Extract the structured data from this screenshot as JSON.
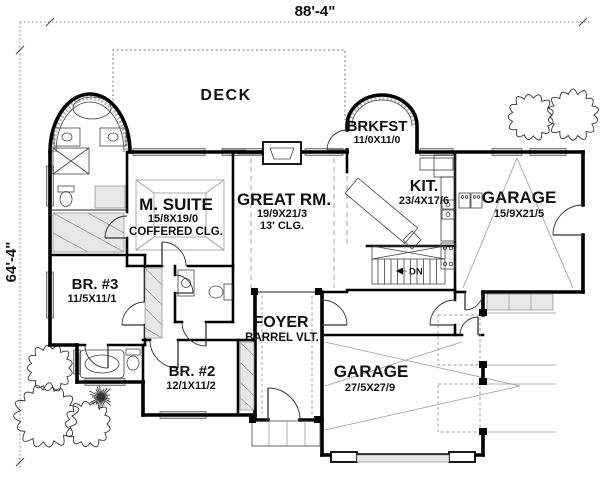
{
  "plan": {
    "dim_top": "88'-4\"",
    "dim_left": "64'-4\"",
    "deck": {
      "name": "DECK"
    },
    "msuite": {
      "name": "M. SUITE",
      "size": "15/8X19/0",
      "note": "COFFERED CLG."
    },
    "great": {
      "name": "GREAT RM.",
      "size": "19/9X21/3",
      "note": "13' CLG."
    },
    "brkfst": {
      "name": "BRKFST",
      "size": "11/0X11/0"
    },
    "kit": {
      "name": "KIT.",
      "size": "23/4X17/6"
    },
    "garage_right": {
      "name": "GARAGE",
      "size": "15/9X21/5"
    },
    "br3": {
      "name": "BR. #3",
      "size": "11/5X11/1"
    },
    "br2": {
      "name": "BR. #2",
      "size": "12/1X11/2"
    },
    "foyer": {
      "name": "FOYER",
      "note": "BARREL VLT."
    },
    "garage_front": {
      "name": "GARAGE",
      "size": "27/5X27/9"
    },
    "stairs": {
      "label": "DN"
    },
    "line_color": "#000000",
    "window_fill": "#d6d6d6"
  }
}
